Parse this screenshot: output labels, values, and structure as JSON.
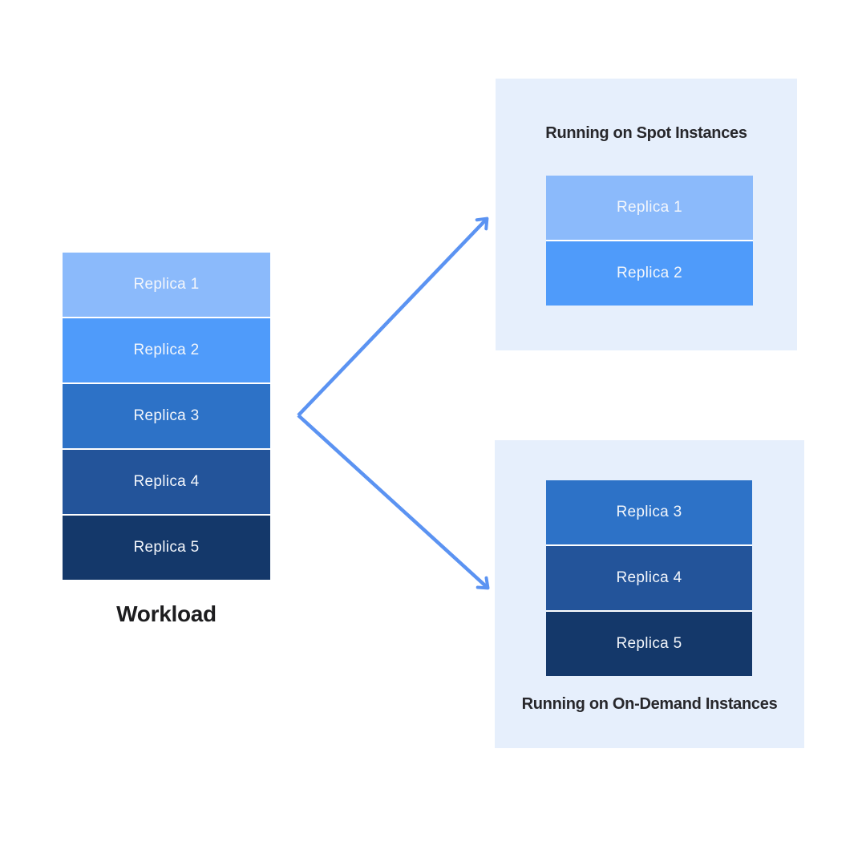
{
  "colors": {
    "page_bg": "#ffffff",
    "panel_bg": "#e6effc",
    "separator": "#ffffff",
    "arrow": "#5b93f2",
    "block_label": "#f3f6fb",
    "heading": "#27272b",
    "heading_strong": "#1d1d1f"
  },
  "replicas": [
    {
      "label": "Replica 1",
      "color": "#8bbafb"
    },
    {
      "label": "Replica 2",
      "color": "#4f9bfa"
    },
    {
      "label": "Replica 3",
      "color": "#2d72c7"
    },
    {
      "label": "Replica 4",
      "color": "#23549a"
    },
    {
      "label": "Replica 5",
      "color": "#14386a"
    }
  ],
  "workload": {
    "label": "Workload",
    "replica_indexes": [
      0,
      1,
      2,
      3,
      4
    ]
  },
  "panels": {
    "spot": {
      "title": "Running on Spot Instances",
      "replica_indexes": [
        0,
        1
      ]
    },
    "on_demand": {
      "title": "Running on On-Demand Instances",
      "replica_indexes": [
        2,
        3,
        4
      ]
    }
  }
}
